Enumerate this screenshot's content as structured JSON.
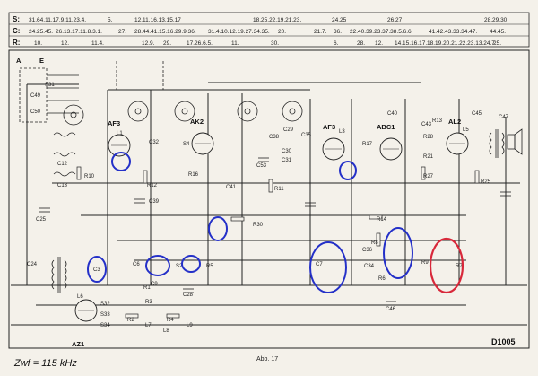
{
  "header": {
    "rows": [
      {
        "label": "S:",
        "cells": [
          "31.64.11.17.9.11.23.4.",
          "5.",
          "12.11.16.13.15.17",
          "18.25.22.19.21.23,",
          "24.25",
          "26.27",
          "28.29.30"
        ]
      },
      {
        "label": "C:",
        "cells": [
          "24.25.45.",
          "26.13.17.11.8.3.1.",
          "27.",
          "28.44.41.15.16.29.9.36.",
          "31.4.10.12.19.27.34.35.",
          "20.",
          "21.7.",
          "36.",
          "22.40.39.23.37.38.5.6.6.",
          "41.42.43.33.34.47.",
          "44.45."
        ]
      },
      {
        "label": "R:",
        "cells": [
          "10.",
          "12.",
          "11.4.",
          "12.9.",
          "29.",
          "17.26.6.5.",
          "11.",
          "30.",
          "6.",
          "28.",
          "12.",
          "14.15.16.17.",
          "18.19.20.21.22.23.13.24.7.",
          "25."
        ]
      }
    ]
  },
  "tubes": [
    "AF3",
    "AK2",
    "AF3",
    "ABC1",
    "AL2",
    "AZ1"
  ],
  "components": {
    "caps": [
      "C49",
      "C50",
      "C12",
      "C13",
      "C25",
      "C32",
      "C39",
      "C41",
      "C53",
      "C38",
      "C35",
      "C36",
      "C40",
      "C43",
      "C45",
      "C47",
      "C24",
      "C3",
      "C6",
      "C7",
      "C9",
      "C28",
      "C29",
      "C30",
      "C31",
      "C34",
      "C46"
    ],
    "resistors": [
      "R1",
      "R2",
      "R3",
      "R4",
      "R5",
      "R6",
      "R7",
      "R8",
      "R9",
      "R10",
      "R11",
      "R12",
      "R13",
      "R14",
      "R16",
      "R17",
      "R21",
      "R25",
      "R27",
      "R28",
      "R30"
    ],
    "switches": [
      "S31",
      "S32",
      "S33",
      "S34",
      "S2",
      "S4"
    ],
    "misc": [
      "L1",
      "L3",
      "L5",
      "L6",
      "L7",
      "L8",
      "L9"
    ]
  },
  "labels": {
    "model": "D1005",
    "caption": "Abb. 17",
    "zwf_note": "Zwf = 115 kHz",
    "antenna": "A",
    "earth": "E"
  },
  "colors": {
    "ink": "#222222",
    "paper": "#f4f1ea",
    "blue_ink": "#2430c8",
    "red_ink": "#d8283a"
  }
}
